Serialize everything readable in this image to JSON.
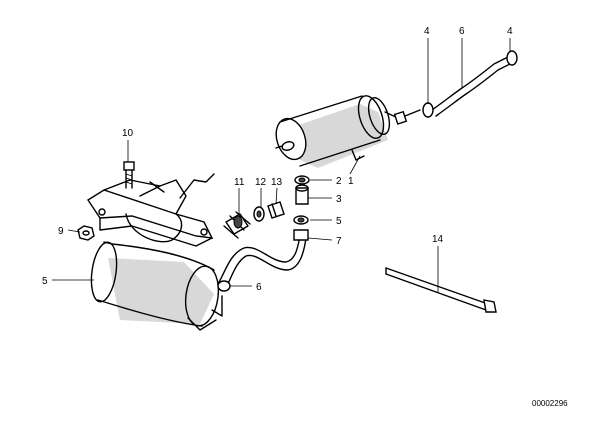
{
  "callouts": {
    "c10": "10",
    "c11": "11",
    "c12": "12",
    "c13": "13",
    "c9": "9",
    "c5_tank": "5",
    "c6_lower": "6",
    "c2": "2",
    "c1": "1",
    "c3": "3",
    "c5_right": "5",
    "c7": "7",
    "c4_left": "4",
    "c6_top": "6",
    "c4_right": "4",
    "c14": "14"
  },
  "reference_code": "00002296"
}
